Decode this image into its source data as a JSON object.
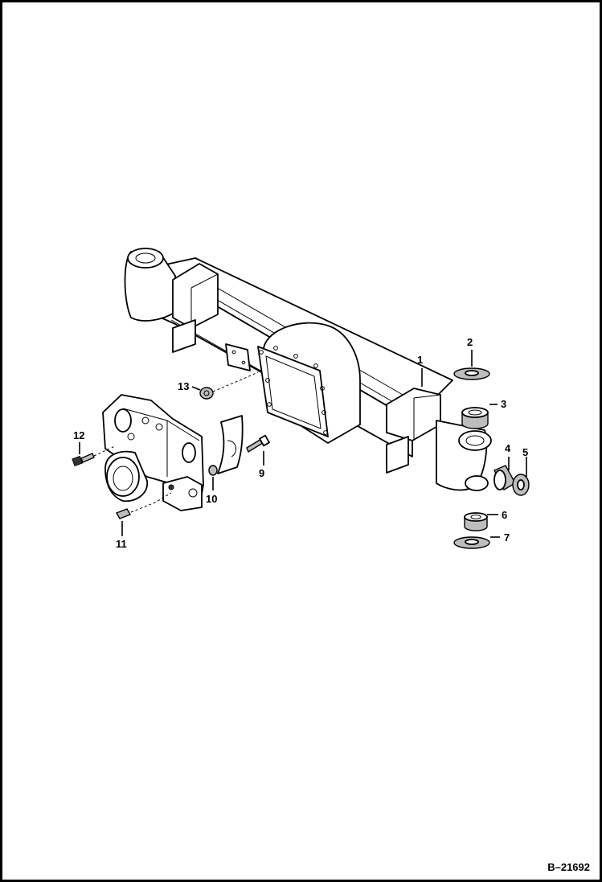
{
  "figure": {
    "code": "B–21692",
    "callouts": [
      "1",
      "2",
      "3",
      "4",
      "5",
      "6",
      "7",
      "9",
      "10",
      "11",
      "12",
      "13"
    ]
  },
  "parts": {
    "axle_housing": "1",
    "upper_washer": "2",
    "upper_bushing": "3",
    "pivot_bushing": "4",
    "pivot_washer": "5",
    "lower_bushing": "6",
    "lower_washer": "7",
    "clamp_bolt": "9",
    "small_bushing": "10",
    "dowel_pin": "11",
    "bracket_bolt": "12",
    "nut": "13"
  }
}
